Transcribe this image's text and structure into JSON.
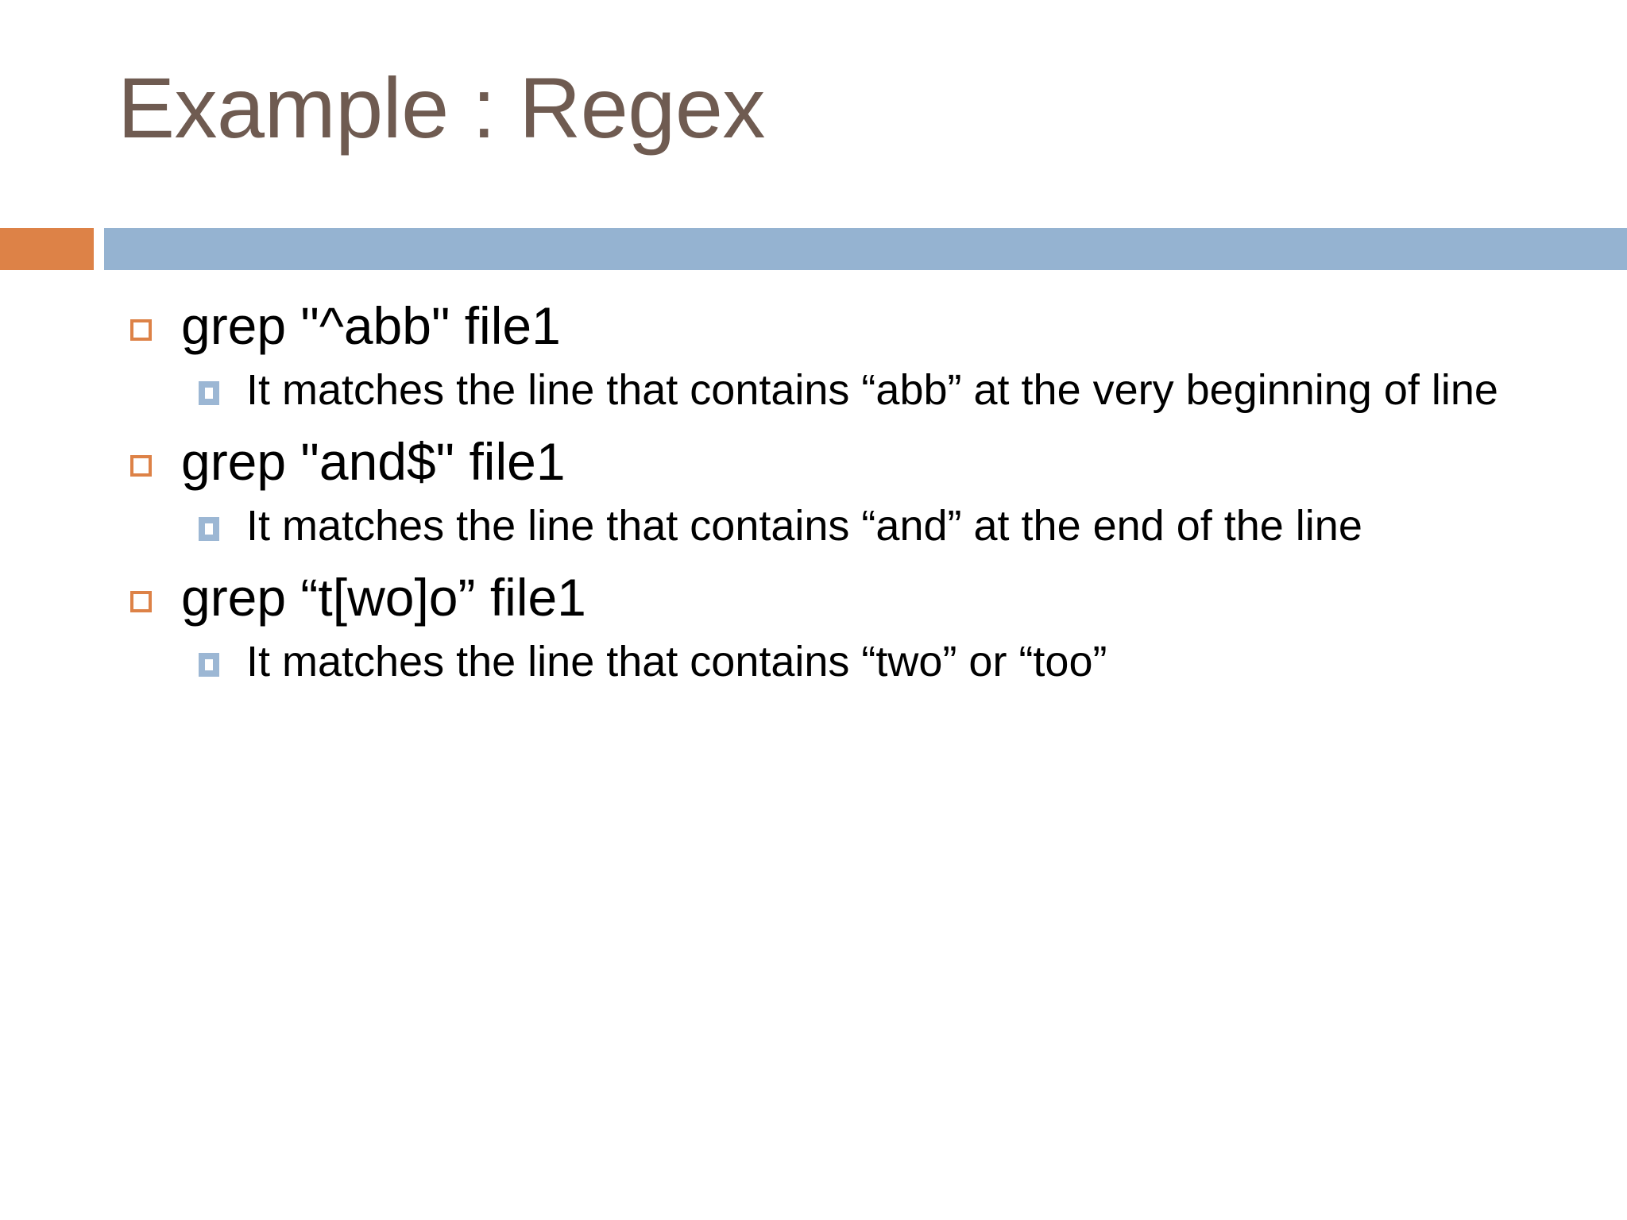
{
  "slide": {
    "title": "Example : Regex",
    "colors": {
      "title_text": "#6f5b51",
      "accent_orange": "#dd8247",
      "divider_blue": "#95b3d1",
      "lvl1_bullet": "#dd8247",
      "lvl2_bullet": "#9cb7d4",
      "body_text": "#000000",
      "background": "#ffffff"
    },
    "bullets": [
      {
        "level1": "grep \"^abb\"  file1",
        "level2": "It matches the line that contains “abb” at the very beginning of line"
      },
      {
        "level1": "grep \"and$\" file1",
        "level2": "It matches the line that contains “and” at the end of the line"
      },
      {
        "level1": "grep “t[wo]o” file1",
        "level2": "It matches the line that contains “two” or “too”"
      }
    ]
  }
}
